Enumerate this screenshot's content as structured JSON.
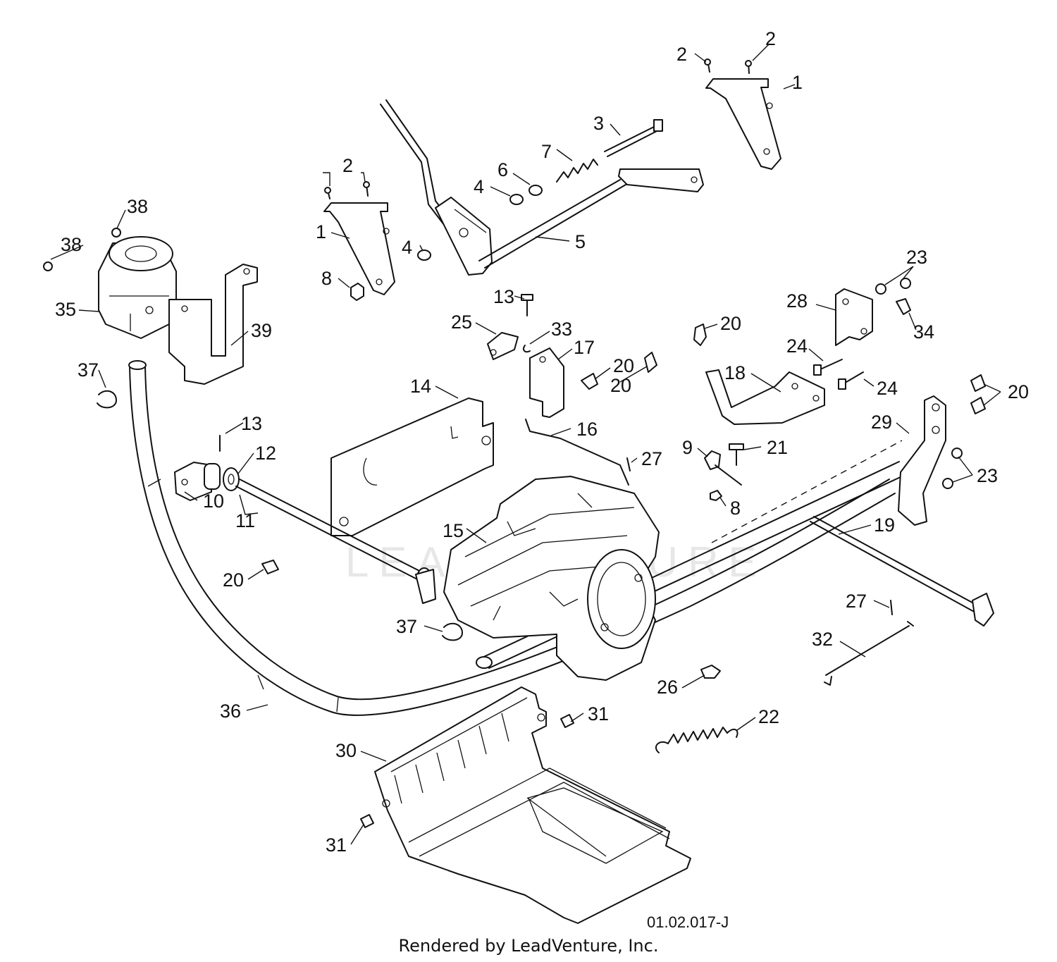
{
  "diagram": {
    "drawing_number": "01.02.017-J",
    "watermark": "LEADVENTURE",
    "credit": "Rendered by LeadVenture, Inc."
  },
  "callouts": [
    {
      "id": "c1a",
      "label": "1"
    },
    {
      "id": "c1b",
      "label": "1"
    },
    {
      "id": "c2a",
      "label": "2"
    },
    {
      "id": "c2b",
      "label": "2"
    },
    {
      "id": "c2c",
      "label": "2"
    },
    {
      "id": "c3",
      "label": "3"
    },
    {
      "id": "c4a",
      "label": "4"
    },
    {
      "id": "c4b",
      "label": "4"
    },
    {
      "id": "c5",
      "label": "5"
    },
    {
      "id": "c6",
      "label": "6"
    },
    {
      "id": "c7",
      "label": "7"
    },
    {
      "id": "c8a",
      "label": "8"
    },
    {
      "id": "c8b",
      "label": "8"
    },
    {
      "id": "c9",
      "label": "9"
    },
    {
      "id": "c10",
      "label": "10"
    },
    {
      "id": "c11",
      "label": "11"
    },
    {
      "id": "c12",
      "label": "12"
    },
    {
      "id": "c13a",
      "label": "13"
    },
    {
      "id": "c13b",
      "label": "13"
    },
    {
      "id": "c14",
      "label": "14"
    },
    {
      "id": "c15",
      "label": "15"
    },
    {
      "id": "c16",
      "label": "16"
    },
    {
      "id": "c17",
      "label": "17"
    },
    {
      "id": "c18",
      "label": "18"
    },
    {
      "id": "c19",
      "label": "19"
    },
    {
      "id": "c20a",
      "label": "20"
    },
    {
      "id": "c20b",
      "label": "20"
    },
    {
      "id": "c20c",
      "label": "20"
    },
    {
      "id": "c20d",
      "label": "20"
    },
    {
      "id": "c20e",
      "label": "20"
    },
    {
      "id": "c21",
      "label": "21"
    },
    {
      "id": "c22",
      "label": "22"
    },
    {
      "id": "c23a",
      "label": "23"
    },
    {
      "id": "c23b",
      "label": "23"
    },
    {
      "id": "c24a",
      "label": "24"
    },
    {
      "id": "c24b",
      "label": "24"
    },
    {
      "id": "c25",
      "label": "25"
    },
    {
      "id": "c26",
      "label": "26"
    },
    {
      "id": "c27a",
      "label": "27"
    },
    {
      "id": "c27b",
      "label": "27"
    },
    {
      "id": "c28",
      "label": "28"
    },
    {
      "id": "c29",
      "label": "29"
    },
    {
      "id": "c30",
      "label": "30"
    },
    {
      "id": "c31a",
      "label": "31"
    },
    {
      "id": "c31b",
      "label": "31"
    },
    {
      "id": "c32",
      "label": "32"
    },
    {
      "id": "c33",
      "label": "33"
    },
    {
      "id": "c34",
      "label": "34"
    },
    {
      "id": "c35",
      "label": "35"
    },
    {
      "id": "c36",
      "label": "36"
    },
    {
      "id": "c37a",
      "label": "37"
    },
    {
      "id": "c37b",
      "label": "37"
    },
    {
      "id": "c38a",
      "label": "38"
    },
    {
      "id": "c38b",
      "label": "38"
    },
    {
      "id": "c39",
      "label": "39"
    }
  ]
}
